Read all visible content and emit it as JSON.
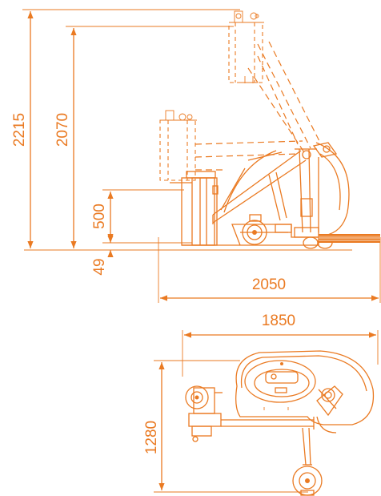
{
  "dimensions": {
    "height_max": "2215",
    "height_mid": "2070",
    "height_low": "500",
    "height_ground": "49",
    "length_side": "2050",
    "length_top": "1850",
    "width_top": "1280"
  },
  "colors": {
    "line": "#ea7a22",
    "background": "#ffffff"
  }
}
